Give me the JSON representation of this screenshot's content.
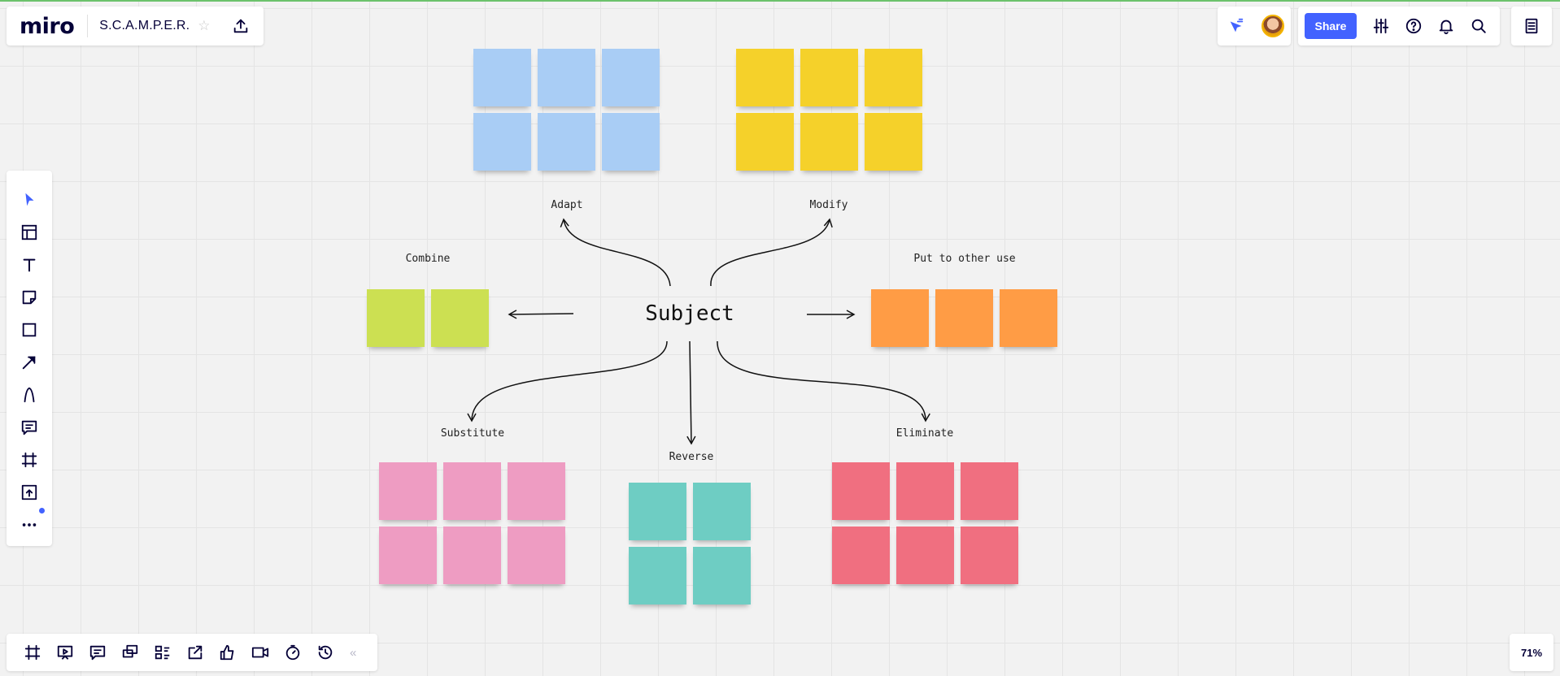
{
  "app": {
    "logo": "miro",
    "board_name": "S.C.A.M.P.E.R."
  },
  "header": {
    "share_label": "Share"
  },
  "zoom": {
    "level": "71%"
  },
  "canvas": {
    "subject": "Subject",
    "labels": {
      "adapt": "Adapt",
      "modify": "Modify",
      "combine": "Combine",
      "put_to_other_use": "Put to other use",
      "substitute": "Substitute",
      "reverse": "Reverse",
      "eliminate": "Eliminate"
    },
    "colors": {
      "adapt": "#a9cdf5",
      "modify": "#f5d12a",
      "combine": "#cce052",
      "put_to_other_use": "#ff9c45",
      "substitute": "#ee9cc2",
      "reverse": "#6ecdc3",
      "eliminate": "#f06f80",
      "accent": "#4262ff"
    }
  },
  "icons": {
    "top": [
      "star-icon",
      "upload-icon",
      "cursor-tracking-icon",
      "avatar",
      "settings-sliders-icon",
      "help-icon",
      "bell-icon",
      "search-icon",
      "notes-icon"
    ],
    "left": [
      "select-cursor-icon",
      "templates-icon",
      "text-icon",
      "sticky-note-icon",
      "shape-icon",
      "line-arrow-icon",
      "pen-icon",
      "comment-icon",
      "frame-icon",
      "upload-icon",
      "more-icon"
    ],
    "bottom": [
      "frames-icon",
      "presentation-icon",
      "comments-icon",
      "screen-share-icon",
      "card-list-icon",
      "export-icon",
      "reactions-icon",
      "video-call-icon",
      "timer-icon",
      "history-icon",
      "collapse-icon"
    ]
  }
}
